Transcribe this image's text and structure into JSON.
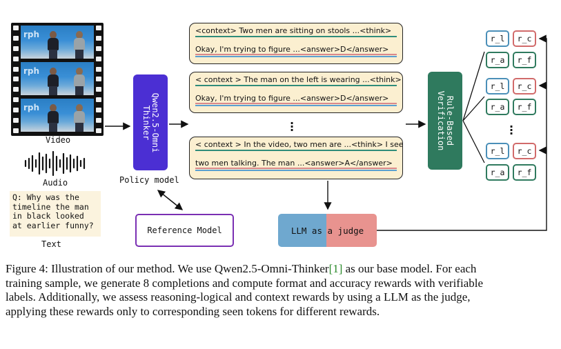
{
  "diagram": {
    "inputs": {
      "video_label": "Video",
      "audio_label": "Audio",
      "text_label": "Text",
      "question_lines": [
        "Q: Why was the",
        "timeline the man",
        "in black looked",
        "at earlier funny?"
      ],
      "frame_logo": "rph"
    },
    "policy": {
      "box_text_line1": "Qwen2.5-Omni",
      "box_text_line2": "Thinker",
      "caption": "Policy model"
    },
    "reference_model": "Reference Model",
    "completions": [
      {
        "line1": "<context> Two men are sitting on stools ...<think>",
        "line2": "Okay, I'm trying to figure ...<answer>D</answer>"
      },
      {
        "line1": "< context > The man on the left is wearing ...<think>",
        "line2": "Okay, I'm trying to figure ...<answer>D</answer>"
      },
      {
        "line1": "< context > In the video, two men are  ...<think> I see",
        "line2": "two men talking. The man ...<answer>A</answer>"
      }
    ],
    "verification": {
      "line1": "Rule-Based",
      "line2": "Verification"
    },
    "judge": {
      "part1": "LLM as ",
      "part2": "a judge"
    },
    "rewards": {
      "r_l": "r_l",
      "r_c": "r_c",
      "r_a": "r_a",
      "r_f": "r_f"
    },
    "colors": {
      "policy": "#4b2fd3",
      "verification": "#2f7a5e",
      "judge_left": "#6fa8cf",
      "judge_right": "#e8938f",
      "completion_bg": "#fbefd0",
      "reference_border": "#7a2fb3",
      "underline_teal": "#2f8c7a",
      "underline_pink": "#d9888a",
      "underline_blue": "#5aa0d0"
    }
  },
  "caption": {
    "prefix": "Figure 4: Illustration of our method. We use Qwen2.5-Omni-Thinker",
    "ref": "[1]",
    "line1_end": " as our base model. For each",
    "line2": "training sample, we generate 8 completions and compute format and accuracy rewards with verifiable",
    "line3": "labels. Additionally, we assess reasoning-logical and context rewards by using a LLM as the judge,",
    "line4": "applying these rewards only to corresponding seen tokens for different rewards."
  }
}
